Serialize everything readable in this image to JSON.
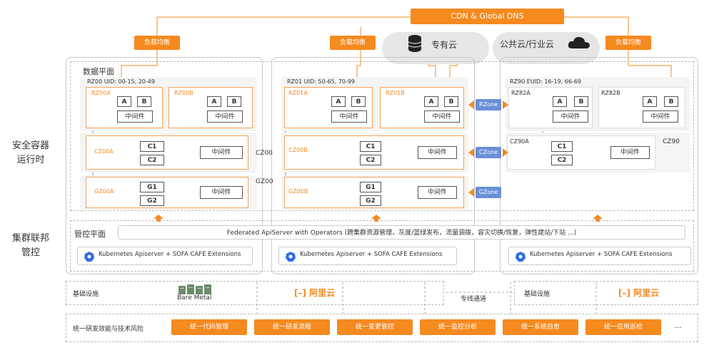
{
  "top": {
    "cdn": "CDN & Global DNS",
    "lb": "负载均衡",
    "private_cloud": "专有云",
    "public_cloud": "公共云/行业云"
  },
  "left_labels": {
    "runtime": "安全容器\n运行时",
    "federation": "集群联邦\n管控"
  },
  "data_plane": "数据平面",
  "control_plane": "管控平面",
  "rz": [
    {
      "title": "RZ00  UID: 00-15, 20-49",
      "a": "RZ00A",
      "b": "RZ00B"
    },
    {
      "title": "RZ01 UID: 50-65, 70-99",
      "a": "RZ01A",
      "b": "RZ01B"
    },
    {
      "title": "RZ90 EUID: 16-19, 66-69",
      "a": "RZ82A",
      "b": "RZ82B"
    }
  ],
  "cz": {
    "a": "CZ00A",
    "b": "CZ00B",
    "mid": "CZ00",
    "right": "CZ90",
    "r_box": "CZ90A"
  },
  "gz": {
    "a": "GZ00A",
    "b": "GZ00B",
    "mid": "GZ00"
  },
  "cells": {
    "A": "A",
    "B": "B",
    "C1": "C1",
    "C2": "C2",
    "G1": "G1",
    "G2": "G2",
    "mw": "中间件"
  },
  "zones": [
    "RZone",
    "CZone",
    "GZone"
  ],
  "federated": "Federated ApiServer with Operators (跨集群资源管理，灰度/蓝绿发布，流量调拨，容灾切换/恢复，弹性建站/下站 ...)",
  "k8s": "Kubernetes Apiserver + SOFA CAFE Extensions",
  "infra": {
    "label": "基础设施",
    "bare": "Bare Metal",
    "aliyun": "阿里云",
    "line": "专线通道"
  },
  "bottom": {
    "label": "统一研发效能与技术风险",
    "items": [
      "统一代码管理",
      "统一研发流程",
      "统一变更管控",
      "统一监控分析",
      "统一系统自愈",
      "统一应用巡检"
    ],
    "more": "..."
  },
  "colors": {
    "orange": "#f58a1f",
    "zone_blue": "#6a8fd8",
    "k8s_blue": "#326ce5"
  }
}
